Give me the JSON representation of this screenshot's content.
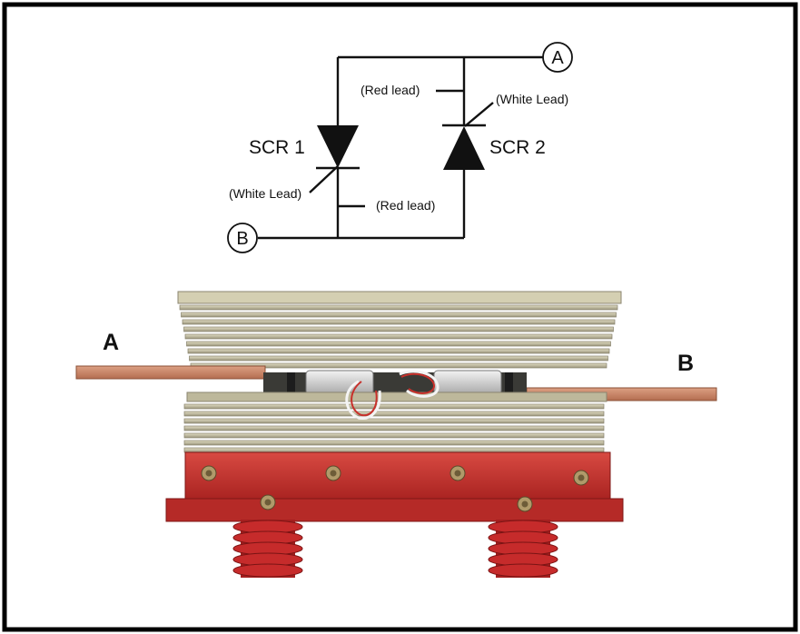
{
  "schematic": {
    "node_a": "A",
    "node_b": "B",
    "scr1_label": "SCR 1",
    "scr2_label": "SCR 2",
    "scr1_gate_lead": "(White Lead)",
    "scr1_cathode_lead": "(Red lead)",
    "scr2_gate_lead": "(White Lead)",
    "scr2_cathode_lead": "(Red lead)"
  },
  "photo": {
    "label_left": "A",
    "label_right": "B"
  },
  "colors": {
    "frame": "#000000",
    "wire": "#111111",
    "heatsink": "#c9c3a6",
    "busbar": "#c98a6c",
    "base": "#c9312e",
    "insulator": "#c22a2a"
  }
}
